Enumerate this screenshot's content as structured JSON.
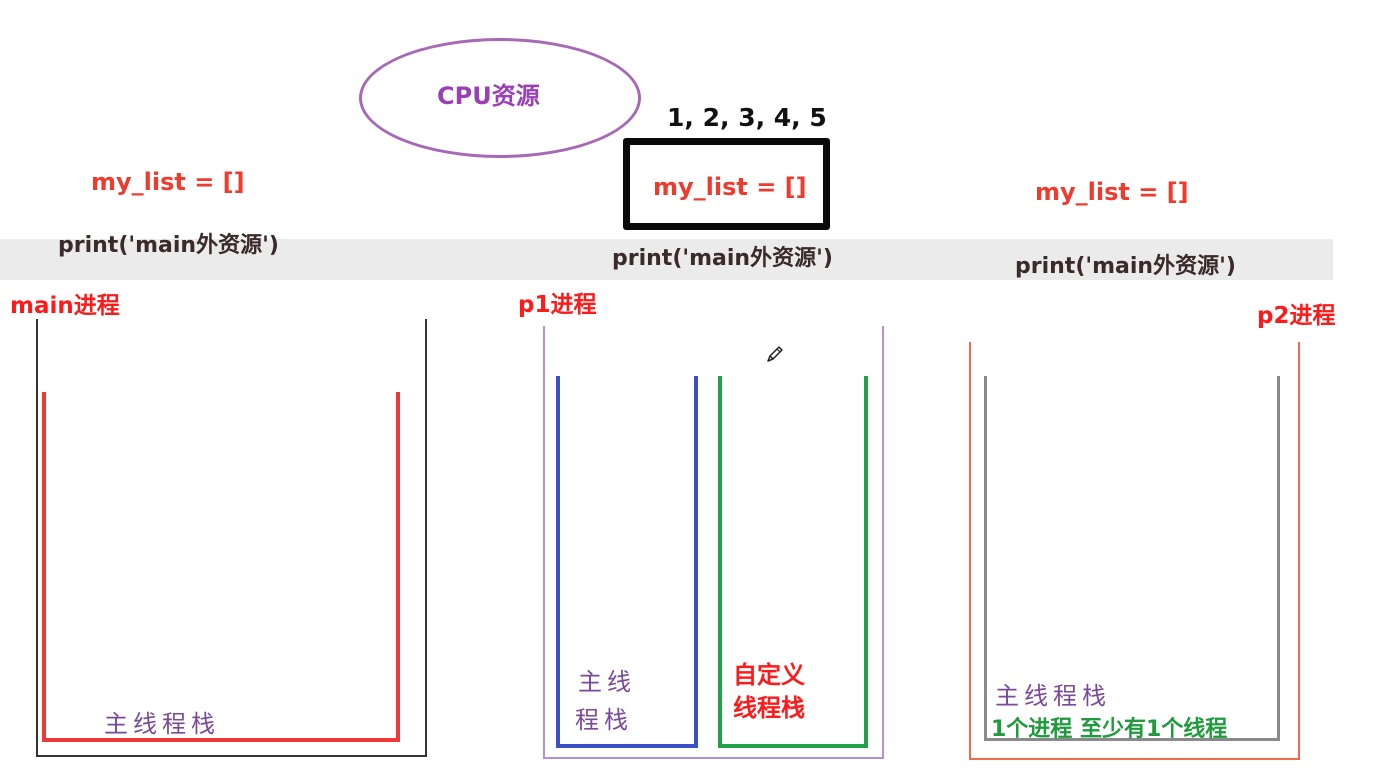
{
  "cpu": {
    "label": "CPU资源"
  },
  "shared": {
    "values": "1, 2, 3, 4, 5"
  },
  "main_process": {
    "list_code": "my_list = []",
    "print_code": "print('main外资源')",
    "label": "main进程",
    "stack_label": "主线程栈"
  },
  "p1_process": {
    "list_code": "my_list = []",
    "print_code": "print('main外资源')",
    "label": "p1进程",
    "main_stack_line1": "主线",
    "main_stack_line2": "程栈",
    "custom_stack_line1": "自定义",
    "custom_stack_line2": "线程栈"
  },
  "p2_process": {
    "list_code": "my_list = []",
    "print_code": "print('main外资源')",
    "label": "p2进程",
    "stack_label": "主线程栈",
    "note": "1个进程 至少有1个线程"
  },
  "colors": {
    "code_red": "#ef3b2d",
    "process_label": "#ff1a1a",
    "cpu_purple": "#a868b8",
    "stack_red": "#ee3838",
    "stack_blue": "#3a4fc8",
    "stack_green": "#22a04a",
    "note_green": "#1f9a3c"
  },
  "icons": [
    "pencil-icon"
  ]
}
